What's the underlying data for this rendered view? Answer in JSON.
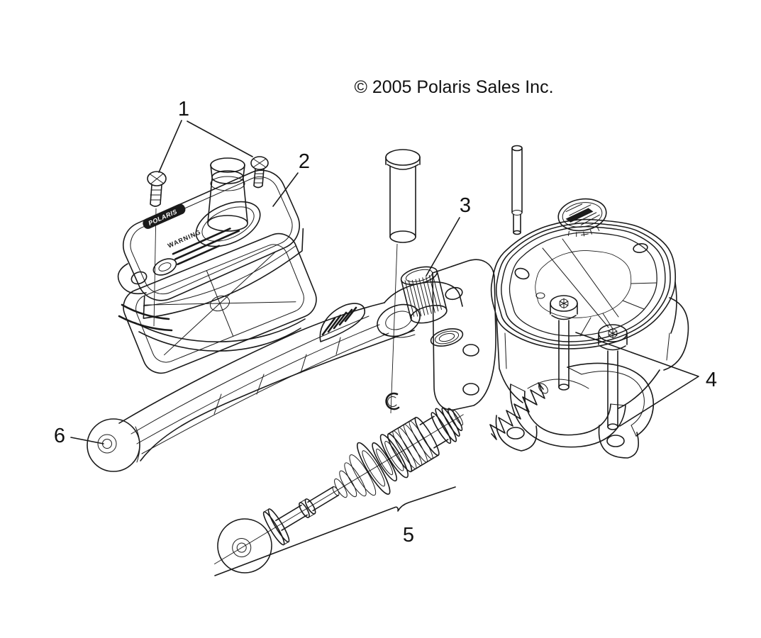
{
  "copyright": "© 2005 Polaris Sales Inc.",
  "cover": {
    "brand": "POLARIS",
    "warning": "WARNING"
  },
  "callouts": [
    {
      "label": "1"
    },
    {
      "label": "2"
    },
    {
      "label": "3"
    },
    {
      "label": "4"
    },
    {
      "label": "5"
    },
    {
      "label": "6"
    }
  ],
  "colors": {
    "line": "#1a1a1a",
    "background": "#ffffff"
  }
}
